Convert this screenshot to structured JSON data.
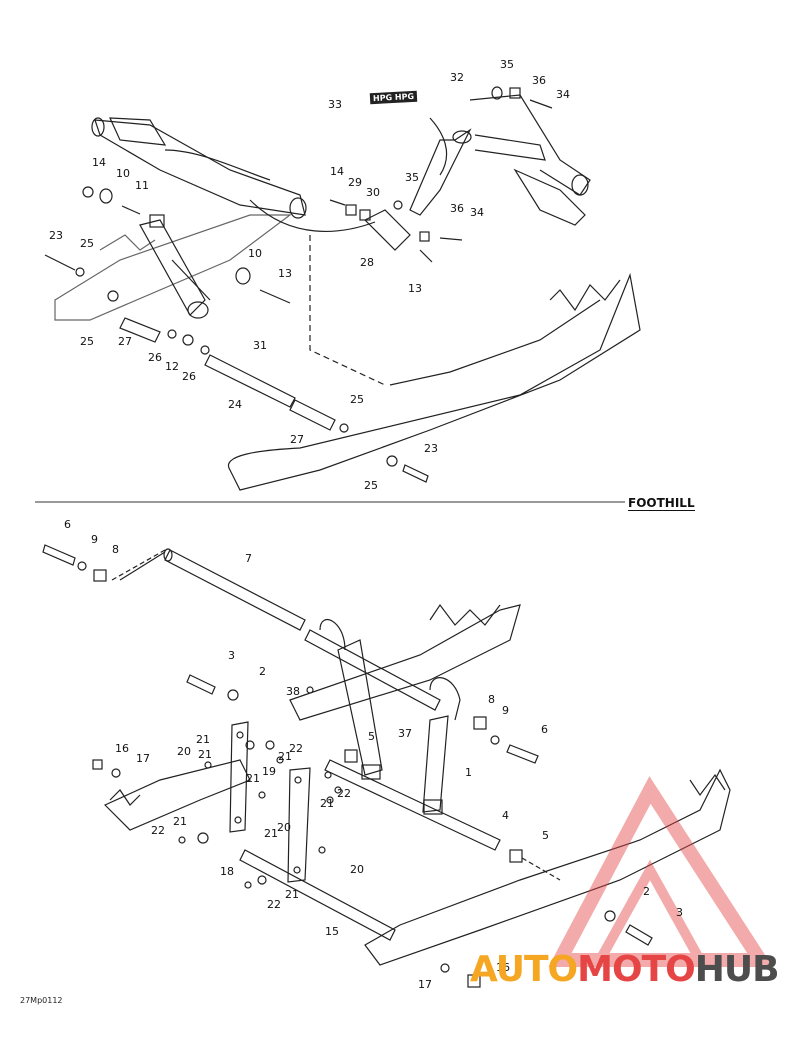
{
  "section_label": "FOOTHILL",
  "diagram_code": "27Mp0112",
  "decal_text": "HPG HPG",
  "watermark": {
    "part1": "AUTO",
    "part2": "MOTO",
    "part3": "HUB",
    "colors": [
      "#f5a623",
      "#e64545",
      "#4d4d4d"
    ]
  },
  "top_callouts": [
    "35",
    "32",
    "36",
    "34",
    "33",
    "14",
    "10",
    "11",
    "14",
    "29",
    "30",
    "35",
    "36",
    "34",
    "23",
    "25",
    "10",
    "13",
    "28",
    "13",
    "25",
    "27",
    "31",
    "26",
    "12",
    "26",
    "24",
    "25",
    "27",
    "23",
    "25"
  ],
  "bottom_callouts": [
    "6",
    "9",
    "8",
    "7",
    "3",
    "2",
    "38",
    "8",
    "9",
    "6",
    "16",
    "17",
    "20",
    "21",
    "22",
    "21",
    "5",
    "37",
    "1",
    "21",
    "22",
    "19",
    "21",
    "21",
    "4",
    "22",
    "21",
    "20",
    "5",
    "18",
    "21",
    "20",
    "22",
    "21",
    "2",
    "15",
    "3",
    "16",
    "17"
  ]
}
